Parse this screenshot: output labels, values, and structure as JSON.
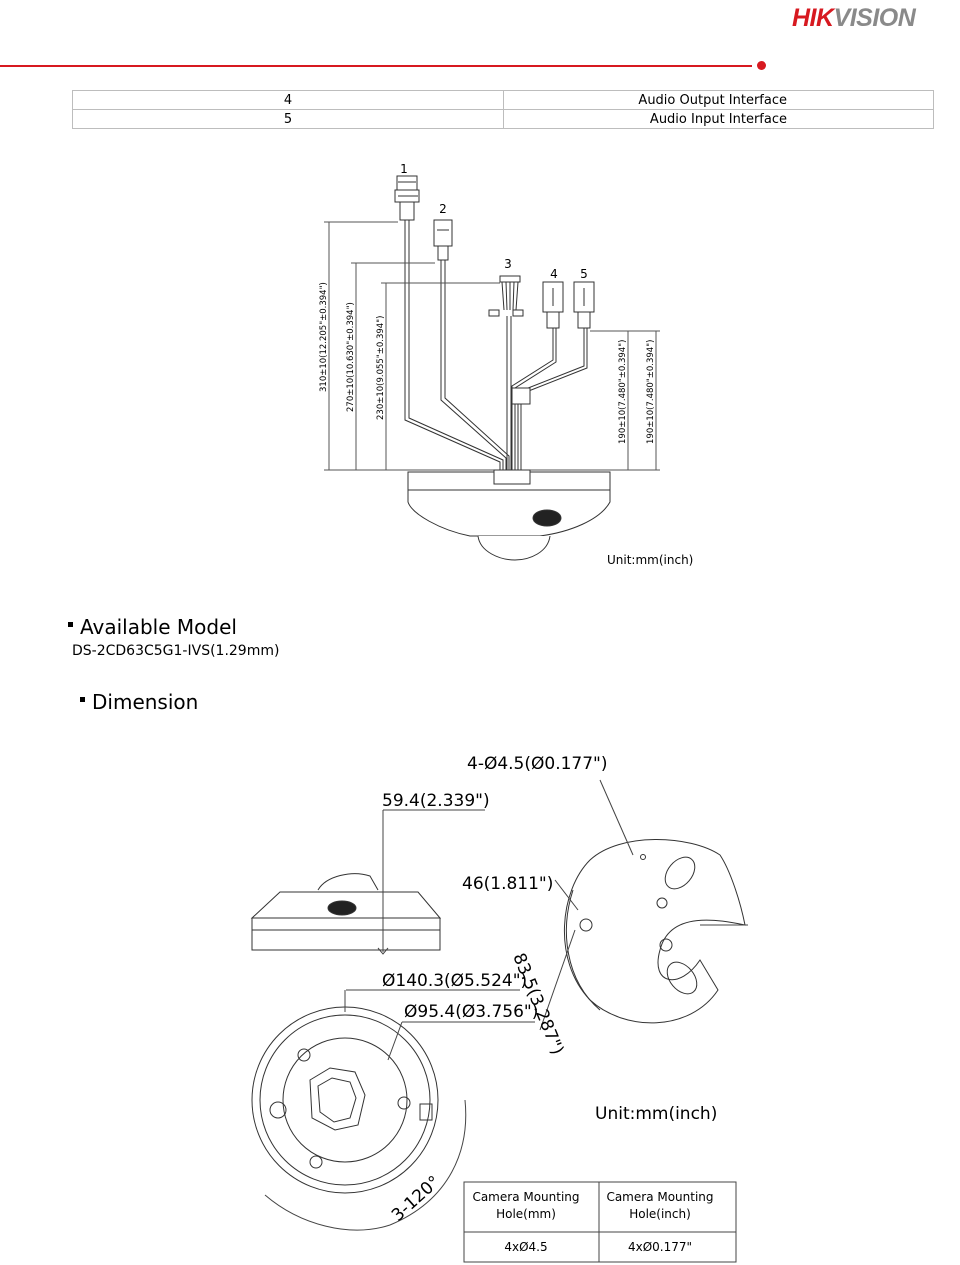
{
  "brand": {
    "logo_part1": "HIK",
    "logo_part2": "VISION",
    "red": "#d71920"
  },
  "interfaces_table": [
    {
      "num": "4",
      "name": "Audio Output Interface"
    },
    {
      "num": "5",
      "name": "Audio Input Interface"
    }
  ],
  "cable_diagram": {
    "callouts": [
      "1",
      "2",
      "3",
      "4",
      "5"
    ],
    "dimensions": [
      "310±10(12.205\"±0.394\")",
      "270±10(10.630\"±0.394\")",
      "230±10(9.055\"±0.394\")",
      "190±10(7.480\"±0.394\")",
      "190±10(7.480\"±0.394\")"
    ],
    "unit": "Unit:mm(inch)"
  },
  "available_model": {
    "heading": "Available Model",
    "model": "DS-2CD63C5G1-IVS(1.29mm)"
  },
  "dimension": {
    "heading": "Dimension",
    "labels": {
      "hole_dia": "4-Ø4.5(Ø0.177\")",
      "height": "59.4(2.339\")",
      "plate_width": "46(1.811\")",
      "plate_len": "83.5(3.287\")",
      "outer_dia": "Ø140.3(Ø5.524\")",
      "inner_dia": "Ø95.4(Ø3.756\")",
      "angle": "3-120°",
      "unit": "Unit:mm(inch)"
    },
    "hole_table": {
      "headers": [
        "Camera Mounting Hole(mm)",
        "Camera Mounting Hole(inch)"
      ],
      "header_lines": [
        [
          "Camera Mounting",
          "Hole(mm)"
        ],
        [
          "Camera Mounting",
          "Hole(inch)"
        ]
      ],
      "row": [
        "4xØ4.5",
        "4xØ0.177\""
      ]
    }
  }
}
